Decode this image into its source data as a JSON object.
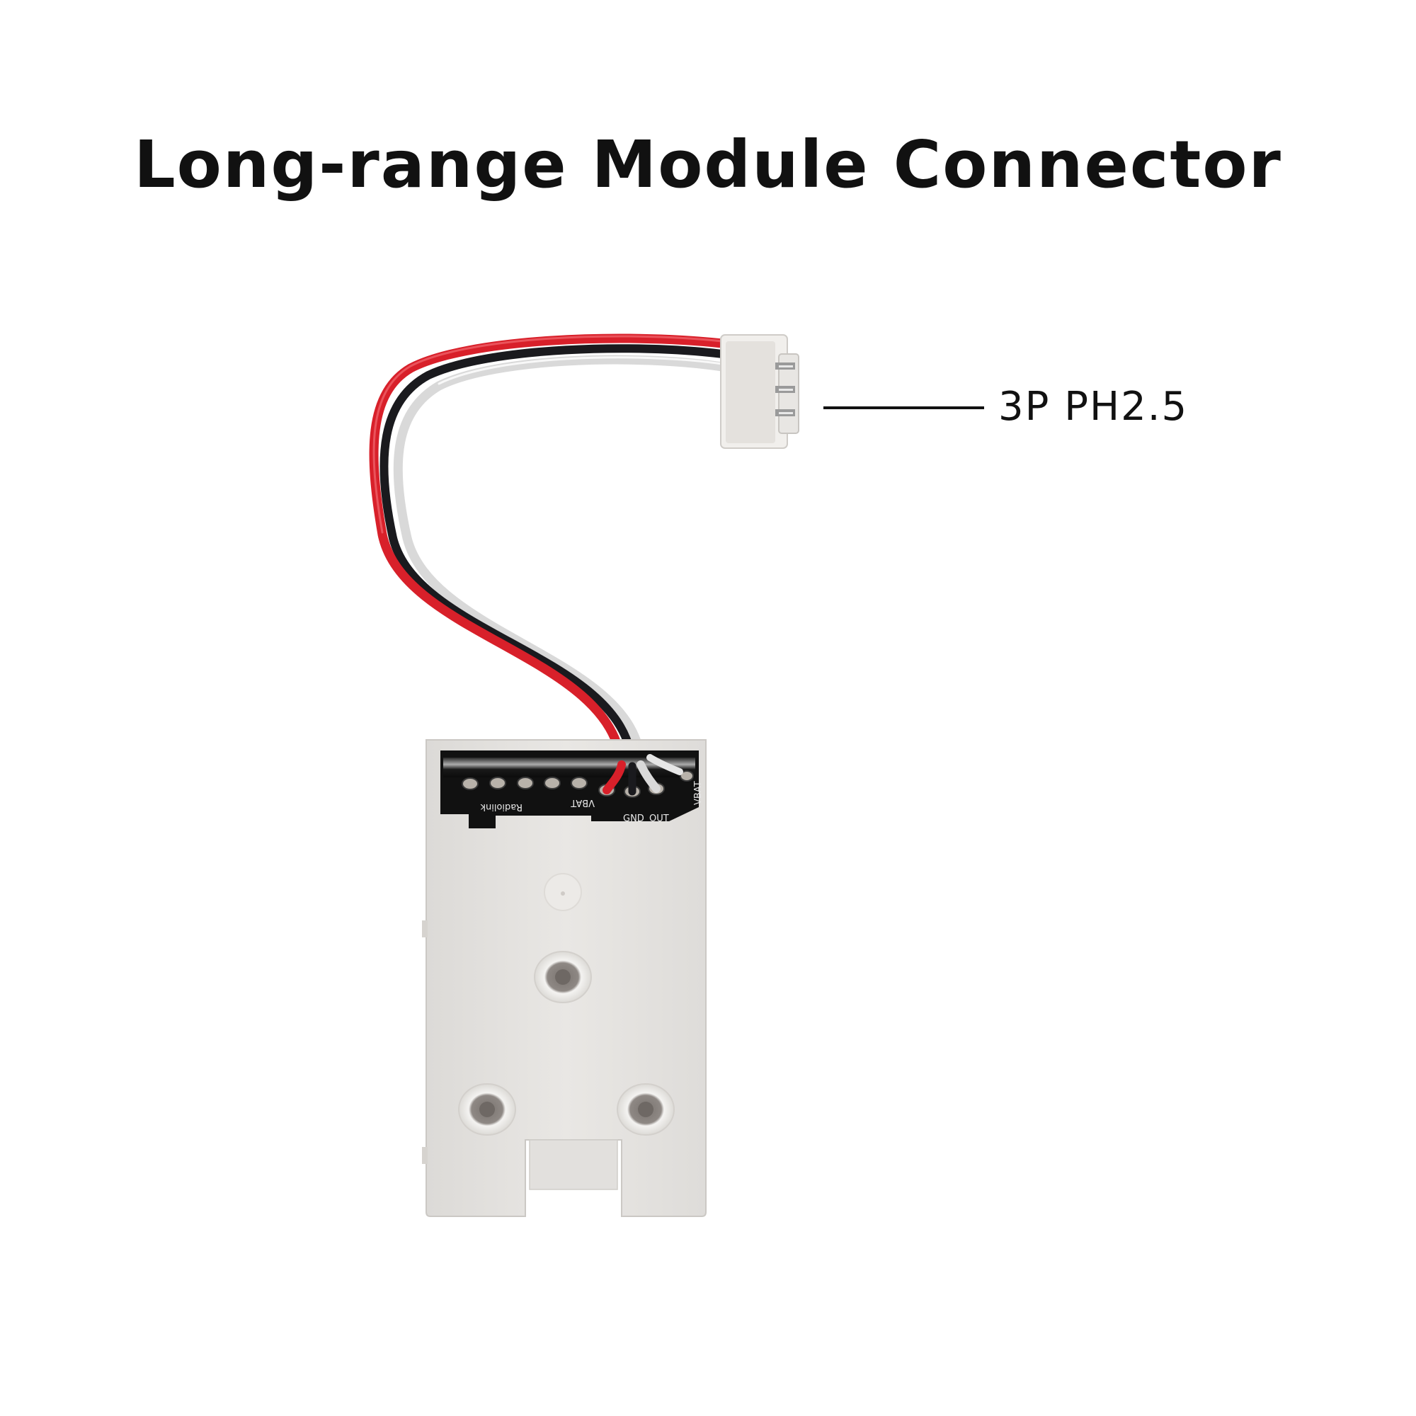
{
  "title": "Long-range Module Connector",
  "callout": {
    "label": "3P PH2.5"
  },
  "pcb_markings": {
    "brand": "Radiolink",
    "vbat_left": "VBAT",
    "vbat_right": "VBAT",
    "gnd": "GND",
    "out": "OUT"
  },
  "colors": {
    "background": "#ffffff",
    "text": "#111111",
    "housing": "#e6e4e1",
    "wire_red": "#d8202a",
    "wire_black": "#1a1a1e",
    "wire_white": "#f2f2f2",
    "pcb": "#141414"
  }
}
